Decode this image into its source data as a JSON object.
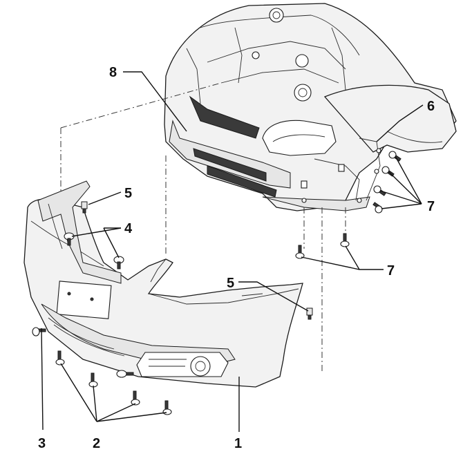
{
  "callouts": {
    "c1": "1",
    "c2": "2",
    "c3": "3",
    "c4": "4",
    "c5_left": "5",
    "c5_right": "5",
    "c6": "6",
    "c7_right": "7",
    "c7_bottom": "7",
    "c8": "8"
  },
  "colors": {
    "ink": "#1a1a1a",
    "paper": "#ffffff",
    "panel": "#f2f2f2"
  }
}
